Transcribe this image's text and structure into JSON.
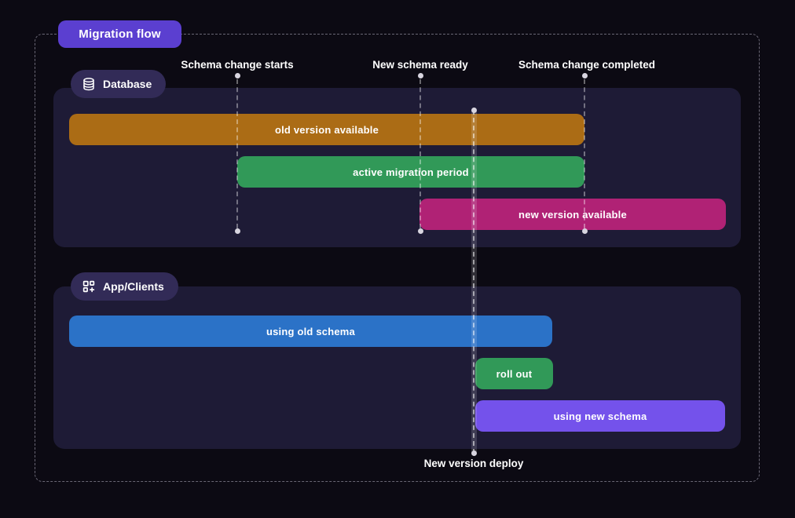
{
  "title": "Migration flow",
  "milestones": [
    {
      "label": "Schema change starts"
    },
    {
      "label": "New schema ready"
    },
    {
      "label": "Schema change completed"
    }
  ],
  "deploy_marker": {
    "label": "New version deploy"
  },
  "sections": [
    {
      "label": "Database",
      "icon": "database-icon",
      "bars": [
        {
          "label": "old version available",
          "color": "#ab6c15"
        },
        {
          "label": "active migration period",
          "color": "#319958"
        },
        {
          "label": "new version available",
          "color": "#b02275"
        }
      ]
    },
    {
      "label": "App/Clients",
      "icon": "apps-plus-icon",
      "bars": [
        {
          "label": "using old schema",
          "color": "#2b72c7"
        },
        {
          "label": "roll out",
          "color": "#319958"
        },
        {
          "label": "using new schema",
          "color": "#7452eb"
        }
      ]
    }
  ],
  "colors": {
    "page_background": "#0c0a13",
    "panel_background": "#1e1b36",
    "badge_pill": "#322b57",
    "title_badge": "#5b3fd0",
    "dashed_border": "#6a6775",
    "milestone_dot": "#d8d5e0"
  }
}
